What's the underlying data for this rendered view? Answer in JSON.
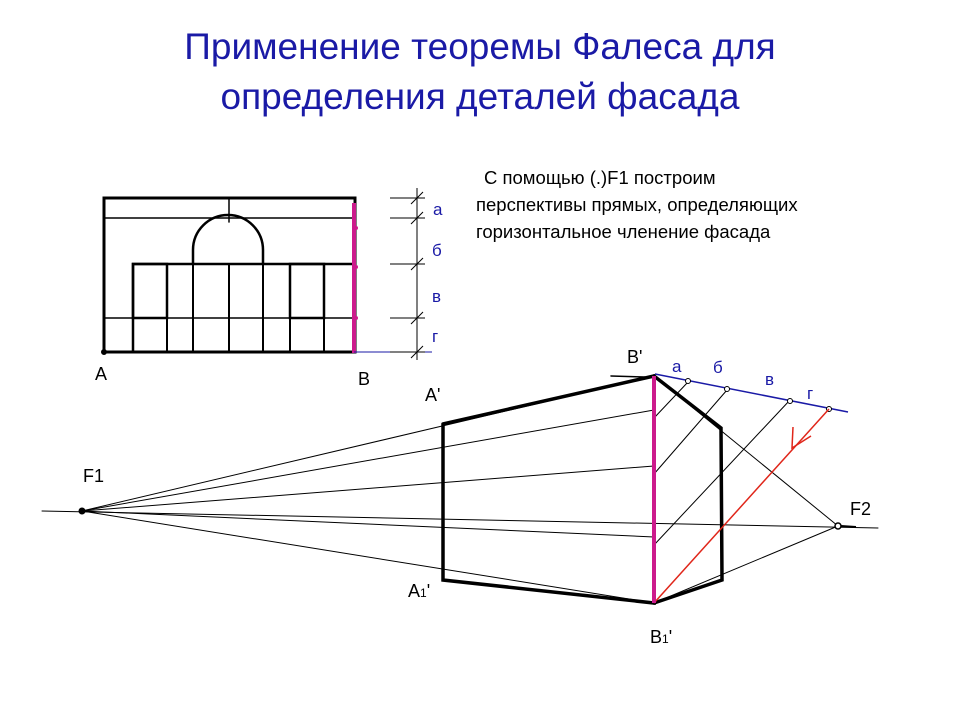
{
  "slide": {
    "title_line1": "Применение теоремы Фалеса для",
    "title_line2": "определения деталей фасада",
    "note_line1": "С помощью (.)F1 построим",
    "note_line2": "перспективы прямых, определяющих",
    "note_line3": "горизонтальное членение фасада"
  },
  "facade_labels": {
    "A": "A",
    "B": "B",
    "a": "а",
    "b": "б",
    "v": "в",
    "g": "г"
  },
  "perspective_labels": {
    "F1": "F1",
    "F2": "F2",
    "A_prime": "A'",
    "B_prime": "B'",
    "A1_main": "A",
    "A1_sub": "1",
    "A1_prime": "'",
    "B1_main": "B",
    "B1_sub": "1",
    "B1_prime": "'",
    "a": "а",
    "b": "б",
    "v": "в",
    "g": "г"
  },
  "colors": {
    "title": "#1a1aa6",
    "magenta_edge": "#cc1a8c",
    "construction_line": "#1a1aa6",
    "red_line": "#e0261a",
    "outline": "#000000"
  }
}
